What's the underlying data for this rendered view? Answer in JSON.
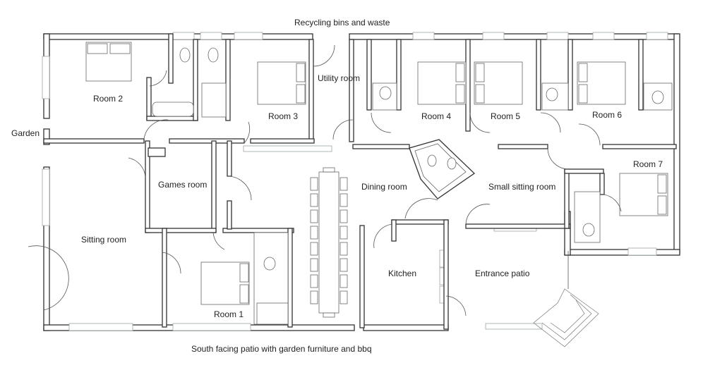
{
  "plan": {
    "top_label": "Recycling bins and waste",
    "bottom_label": "South facing patio with garden furniture and bbq",
    "outside": {
      "garden": "Garden",
      "entrance_patio": "Entrance patio"
    },
    "rooms": {
      "room_1": "Room 1",
      "room_2": "Room 2",
      "room_3": "Room 3",
      "room_4": "Room 4",
      "room_5": "Room 5",
      "room_6": "Room 6",
      "room_7": "Room 7",
      "utility": "Utility room",
      "games": "Games room",
      "sitting": "Sitting room",
      "dining": "Dining room",
      "small_sitting": "Small sitting room",
      "kitchen": "Kitchen"
    }
  }
}
